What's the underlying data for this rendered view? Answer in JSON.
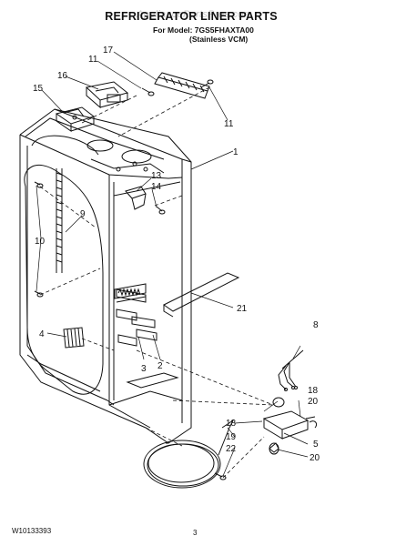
{
  "header": {
    "title": "REFRIGERATOR LINER PARTS",
    "watermark": "AppliancePartsPros.com",
    "model_line": "For Model: 7GS5FHAXTA00",
    "variant_line": "(Stainless VCM)"
  },
  "callouts": [
    "17",
    "11",
    "16",
    "15",
    "11",
    "1",
    "13",
    "14",
    "9",
    "10",
    "8",
    "21",
    "4",
    "3",
    "2",
    "18",
    "20",
    "18",
    "19",
    "22",
    "5",
    "20"
  ],
  "footer": {
    "doc_number": "W10133393",
    "page_number": "3"
  }
}
